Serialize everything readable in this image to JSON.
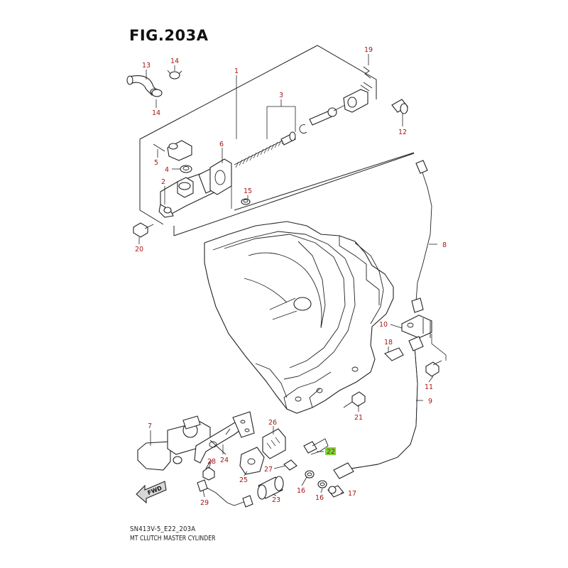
{
  "figure": {
    "title": "FIG.203A",
    "code": "SN413V-5_E22_203A",
    "caption": "MT CLUTCH MASTER CYLINDER"
  },
  "callouts": [
    {
      "id": "c1",
      "label": "1"
    },
    {
      "id": "c2",
      "label": "2"
    },
    {
      "id": "c3",
      "label": "3"
    },
    {
      "id": "c4",
      "label": "4"
    },
    {
      "id": "c5",
      "label": "5"
    },
    {
      "id": "c6",
      "label": "6"
    },
    {
      "id": "c7",
      "label": "7"
    },
    {
      "id": "c8",
      "label": "8"
    },
    {
      "id": "c9",
      "label": "9"
    },
    {
      "id": "c10",
      "label": "10"
    },
    {
      "id": "c11",
      "label": "11"
    },
    {
      "id": "c12",
      "label": "12"
    },
    {
      "id": "c13",
      "label": "13"
    },
    {
      "id": "c14a",
      "label": "14"
    },
    {
      "id": "c14b",
      "label": "14"
    },
    {
      "id": "c15",
      "label": "15"
    },
    {
      "id": "c16a",
      "label": "16"
    },
    {
      "id": "c16b",
      "label": "16"
    },
    {
      "id": "c17",
      "label": "17"
    },
    {
      "id": "c18",
      "label": "18"
    },
    {
      "id": "c19",
      "label": "19"
    },
    {
      "id": "c20",
      "label": "20"
    },
    {
      "id": "c21",
      "label": "21"
    },
    {
      "id": "c22",
      "label": "22"
    },
    {
      "id": "c23",
      "label": "23"
    },
    {
      "id": "c24",
      "label": "24"
    },
    {
      "id": "c25",
      "label": "25"
    },
    {
      "id": "c26",
      "label": "26"
    },
    {
      "id": "c27",
      "label": "27"
    },
    {
      "id": "c28",
      "label": "28"
    },
    {
      "id": "c29",
      "label": "29"
    }
  ],
  "highlight": {
    "callout": "c22",
    "color": "#7bd63a"
  },
  "direction_badge": {
    "label": "FWD"
  },
  "colors": {
    "callout_text": "#a81515",
    "line": "#222222"
  }
}
